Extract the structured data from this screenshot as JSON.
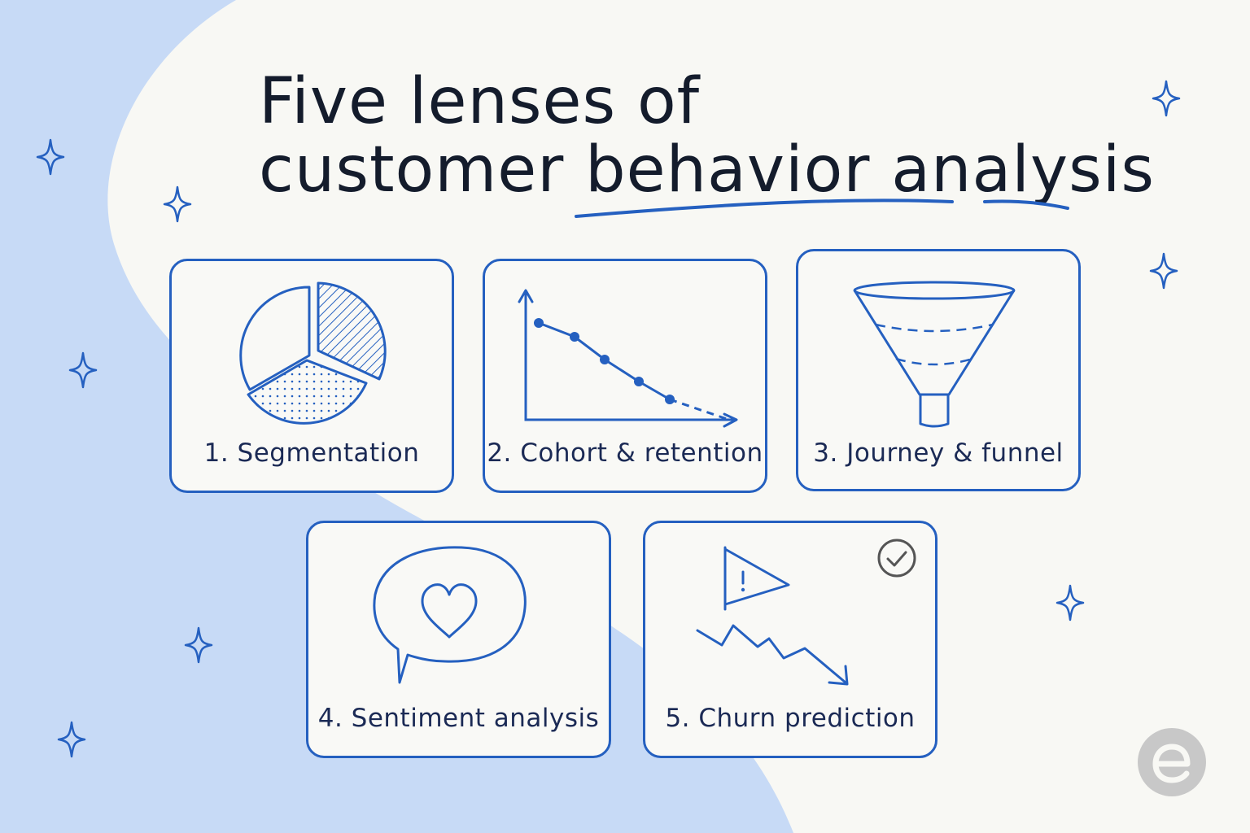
{
  "title": {
    "line1": "Five lenses of",
    "line2": "customer behavior analysis"
  },
  "cards": [
    {
      "label": "1. Segmentation",
      "icon": "pie-chart-icon"
    },
    {
      "label": "2. Cohort & retention",
      "icon": "retention-curve-icon"
    },
    {
      "label": "3. Journey & funnel",
      "icon": "funnel-icon"
    },
    {
      "label": "4. Sentiment analysis",
      "icon": "speech-bubble-heart-icon"
    },
    {
      "label": "5. Churn prediction",
      "icon": "warning-flag-downtrend-icon"
    }
  ],
  "colors": {
    "accent": "#2560c0",
    "background": "#f8f8f4",
    "wave": "#c7daf6",
    "text": "#141c2c",
    "label": "#1b2a55",
    "logo": "#c8c8c8"
  }
}
